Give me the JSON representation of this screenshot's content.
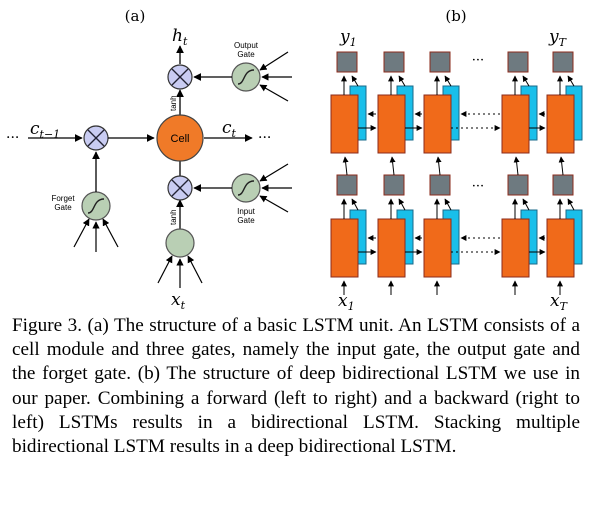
{
  "panel_a": {
    "label": "(a)",
    "h_t": "h",
    "h_t_sub": "t",
    "x_t": "x",
    "x_t_sub": "t",
    "c_prev": "c",
    "c_prev_sub": "t−1",
    "c_t": "c",
    "c_t_sub": "t",
    "ellipsis_left": "···",
    "ellipsis_right": "···",
    "cell": "Cell",
    "output_gate_line1": "Output",
    "output_gate_line2": "Gate",
    "input_gate_line1": "Input",
    "input_gate_line2": "Gate",
    "forget_gate_line1": "Forget",
    "forget_gate_line2": "Gate",
    "tanh_top": "tanh",
    "tanh_bottom": "tanh"
  },
  "panel_b": {
    "label": "(b)",
    "y_first": "y",
    "y_first_sub": "1",
    "y_last": "y",
    "y_last_sub": "T",
    "x_first": "x",
    "x_first_sub": "1",
    "x_last": "x",
    "x_last_sub": "T",
    "ellipsis": "···"
  },
  "caption": "Figure 3. (a) The structure of a basic LSTM unit. An LSTM consists of a cell module and three gates, namely the input gate, the output gate and the forget gate. (b) The structure of deep bidirectional LSTM we use in our paper. Combining a forward (left to right) and a backward (right to left) LSTMs results in a bidirectional LSTM. Stacking multiple bidirectional LSTM results in a deep bidirectional LSTM.",
  "colors": {
    "multiply_node": "#c9ccf2",
    "gate_node": "#b9cfb4",
    "cell_node": "#f07a28",
    "forward_block": "#f06a1a",
    "backward_block": "#19bfea",
    "output_block": "#6e7a80"
  }
}
